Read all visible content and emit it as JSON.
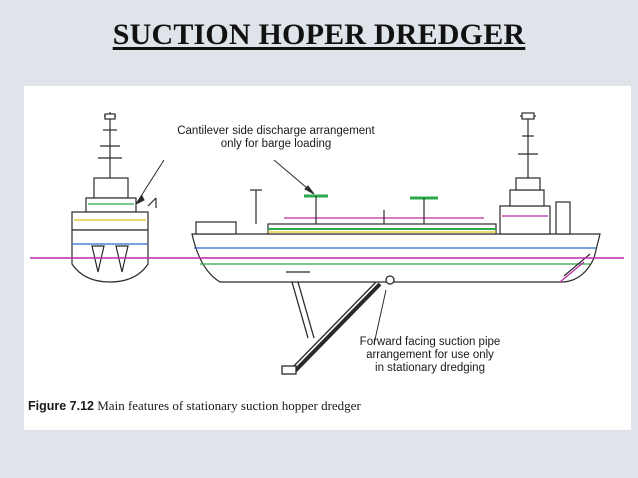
{
  "slide": {
    "title": "SUCTION HOPER DREDGER"
  },
  "figure": {
    "annotation_top_line1": "Cantilever side discharge arrangement",
    "annotation_top_line2": "only for barge loading",
    "annotation_bottom_line1": "Forward facing suction pipe",
    "annotation_bottom_line2": "arrangement for use only",
    "annotation_bottom_line3": "in stationary dredging",
    "caption_label": "Figure 7.12",
    "caption_text": "Main features of stationary suction hopper dredger"
  },
  "colors": {
    "background": "#dfe3ea",
    "panel": "#ffffff",
    "line_art": "#2a2a2a",
    "waterline_magenta": "#c028a8",
    "hull_green": "#2ba84a",
    "accent_yellow": "#e2c21a",
    "accent_blue": "#2a6ad0"
  }
}
